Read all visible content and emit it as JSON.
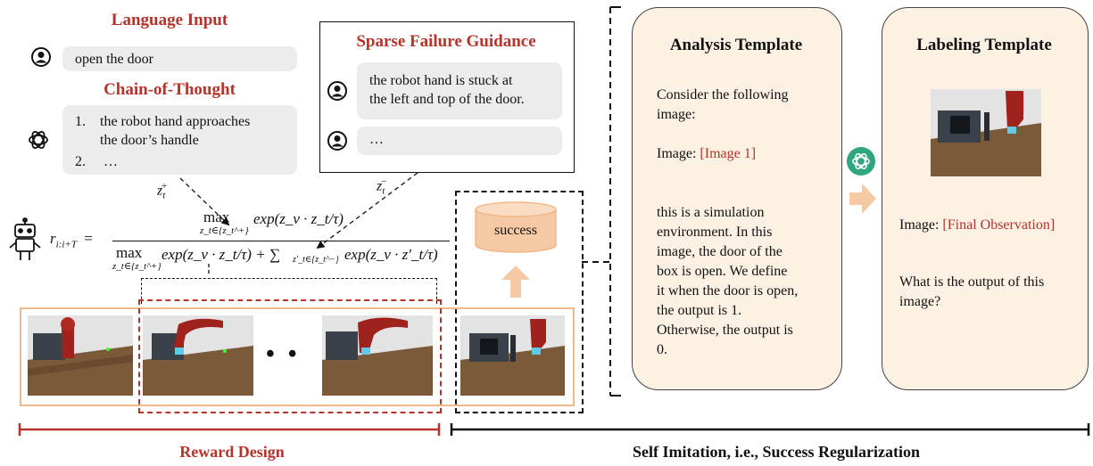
{
  "left": {
    "language_title": "Language Input",
    "language_text": "open the door",
    "cot_title": "Chain-of-Thought",
    "cot_items": [
      {
        "num": "1.",
        "text_line1": "the robot hand approaches",
        "text_line2": "the door’s handle"
      },
      {
        "num": "2.",
        "text_line1": "…",
        "text_line2": ""
      }
    ],
    "z_plus": "z",
    "z_plus_sub": "t",
    "z_plus_sup": "+",
    "z_minus": "z",
    "z_minus_sub": "t",
    "z_minus_sup": "−"
  },
  "failure": {
    "title": "Sparse Failure Guidance",
    "text_line1": "the robot hand is stuck at",
    "text_line2": "the left and top of the door.",
    "second": "…"
  },
  "formula": {
    "lhs": "r",
    "lhs_sub": "i:i+T",
    "eq": "=",
    "num_max": "max",
    "num_under": "z_t∈{z_t^+}",
    "num_expr": "exp(z_v · z_t/τ)",
    "den_max": "max",
    "den_under": "z_t∈{z_t^+}",
    "den_expr1": "exp(z_v · z_t/τ) + ∑",
    "den_sum_under": "z′_t∈{z_t^−}",
    "den_expr2": "exp(z_v · z′_t/τ)"
  },
  "success_label": "success",
  "ellipsis": "• •",
  "captions": {
    "reward": "Reward Design",
    "self_imitation": "Self Imitation, i.e., Success Regularization"
  },
  "analysis": {
    "title": "Analysis Template",
    "intro_line1": "Consider the following",
    "intro_line2": "image:",
    "image_label": "Image: ",
    "image_ref": "[Image 1]",
    "body_lines": [
      "this is a simulation",
      "environment. In this",
      "image, the door of the",
      "box is open. We define",
      "it when the door is open,",
      "the output is 1.",
      "Otherwise, the output is",
      "0."
    ]
  },
  "labeling": {
    "title": "Labeling Template",
    "image_label": "Image: ",
    "image_ref": "[Final Observation]",
    "question_line1": "What is the output of this",
    "question_line2": "image?"
  },
  "colors": {
    "accent_red": "#b8322a",
    "orange": "#f0b98a",
    "template_bg": "#fcf1e3",
    "openai_green": "#2fa67f"
  }
}
